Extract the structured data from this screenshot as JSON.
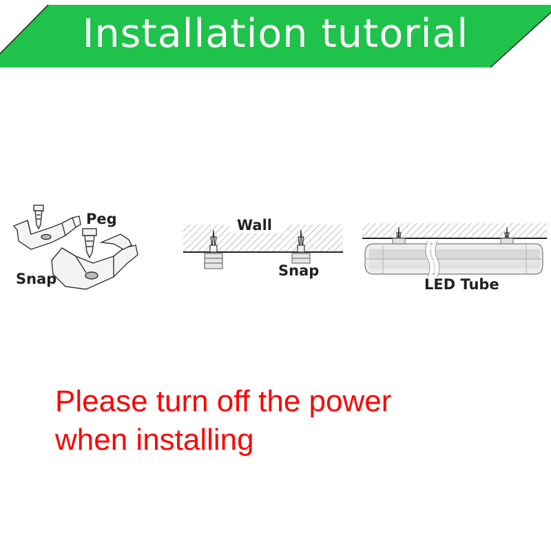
{
  "header": {
    "title": "Installation tutorial",
    "banner_color": "#1fc24a"
  },
  "step1": {
    "peg_label": "Peg",
    "snap_label": "Snap"
  },
  "step2": {
    "wall_label": "Wall",
    "snap_label": "Snap"
  },
  "step3": {
    "tube_label": "LED Tube"
  },
  "warning": {
    "line1": "Please turn off the power",
    "line2": "when installing",
    "color": "#ff0000"
  }
}
